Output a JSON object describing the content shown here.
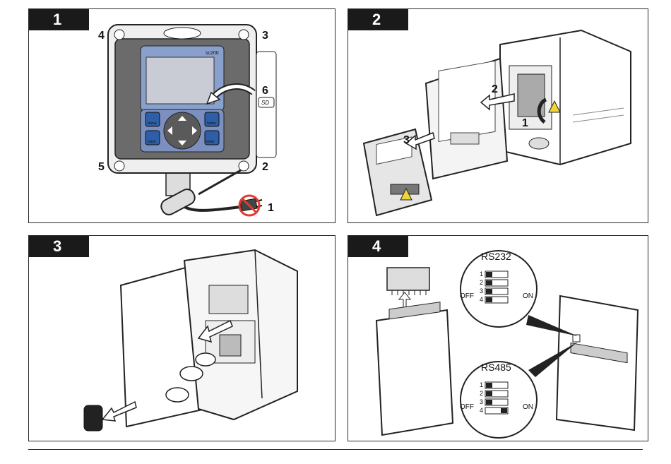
{
  "panels": [
    {
      "step": "1",
      "callouts": {
        "c4": "4",
        "c3": "3",
        "c5": "5",
        "c2": "2",
        "c6": "6",
        "c1": "1"
      },
      "device": {
        "model": "sc200",
        "menu": "menu",
        "home": "home",
        "back": "back",
        "enter": "enter",
        "sd": "SD"
      }
    },
    {
      "step": "2",
      "callouts": {
        "c2": "2",
        "c1": "1",
        "c3": "3"
      }
    },
    {
      "step": "3"
    },
    {
      "step": "4",
      "rs232": {
        "title": "RS232",
        "off": "OFF",
        "on": "ON",
        "numbers": [
          "1",
          "2",
          "3",
          "4"
        ]
      },
      "rs485": {
        "title": "RS485",
        "off": "OFF",
        "on": "ON",
        "numbers": [
          "1",
          "2",
          "3",
          "4"
        ]
      }
    }
  ],
  "colors": {
    "ink": "#1a1a1a",
    "frame": "#6b6b6b",
    "screen": "#7c90c0",
    "button": "#2c5fa8",
    "warn": "#f3d436",
    "forbid": "#e53a2f"
  }
}
